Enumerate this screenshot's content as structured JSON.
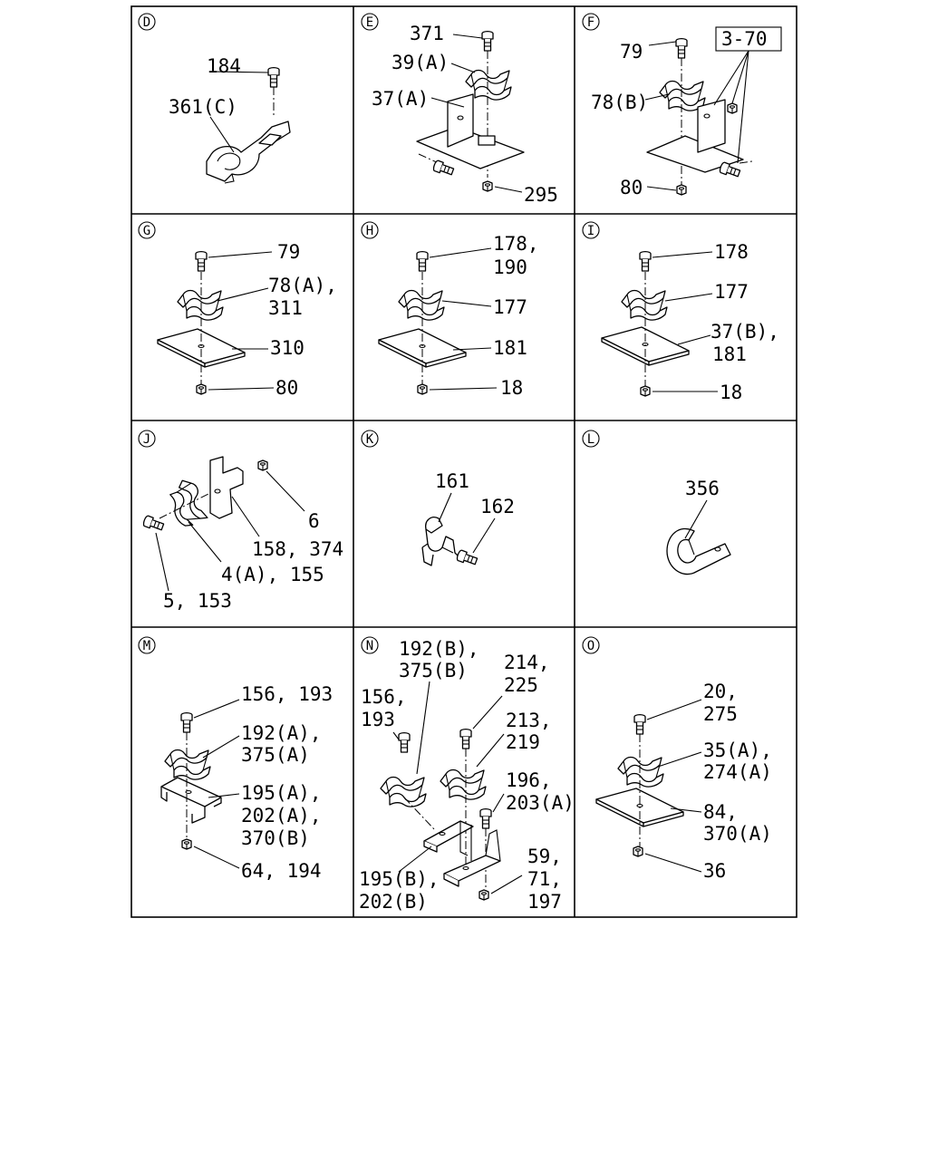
{
  "panels": {
    "D": {
      "letter": "D",
      "labels": [
        "184",
        "361(C)"
      ]
    },
    "E": {
      "letter": "E",
      "labels": [
        "371",
        "39(A)",
        "37(A)",
        "295"
      ]
    },
    "F": {
      "letter": "F",
      "labels": [
        "79",
        "78(B)",
        "80"
      ],
      "ref_box": "3-70"
    },
    "G": {
      "letter": "G",
      "labels": [
        "79",
        "78(A),",
        "311",
        "310",
        "80"
      ]
    },
    "H": {
      "letter": "H",
      "labels": [
        "178,",
        "190",
        "177",
        "181",
        "18"
      ]
    },
    "I": {
      "letter": "I",
      "labels": [
        "178",
        "177",
        "37(B),",
        "181",
        "18"
      ]
    },
    "J": {
      "letter": "J",
      "labels": [
        "6",
        "158, 374",
        "4(A), 155",
        "5, 153"
      ]
    },
    "K": {
      "letter": "K",
      "labels": [
        "161",
        "162"
      ]
    },
    "L": {
      "letter": "L",
      "labels": [
        "356"
      ]
    },
    "M": {
      "letter": "M",
      "labels": [
        "156, 193",
        "192(A),",
        "375(A)",
        "195(A),",
        "202(A),",
        "370(B)",
        "64, 194"
      ]
    },
    "N": {
      "letter": "N",
      "labels": [
        "192(B),",
        "375(B)",
        "214,",
        "225",
        "156,",
        "193",
        "213,",
        "219",
        "196,",
        "203(A)",
        "59,",
        "71,",
        "197",
        "195(B),",
        "202(B)"
      ]
    },
    "O": {
      "letter": "O",
      "labels": [
        "20,",
        "275",
        "35(A),",
        "274(A)",
        "84,",
        "370(A)",
        "36"
      ]
    }
  }
}
